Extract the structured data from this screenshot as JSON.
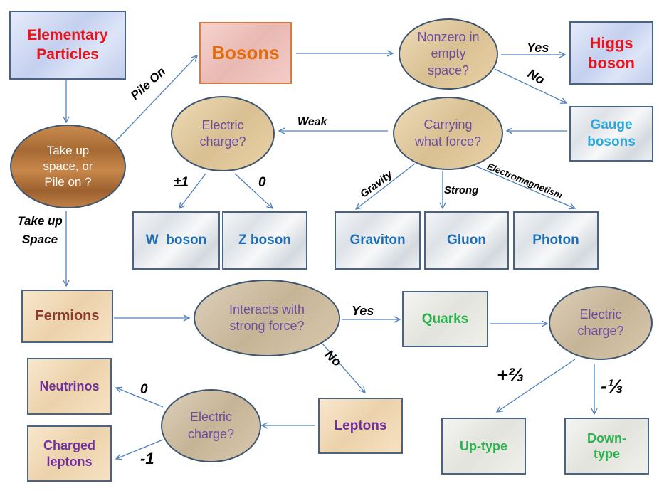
{
  "nodes": {
    "elementary_particles": "Elementary Particles",
    "bosons": "Bosons",
    "nonzero_empty_space": "Nonzero in empty space?",
    "higgs_boson": "Higgs boson",
    "gauge_bosons": "Gauge bosons",
    "carrying_force": "Carrying what force?",
    "boson_electric_charge": "Electric charge?",
    "take_up_space_or_pile_on": "Take up space, or Pile on ?",
    "w_boson": "W  boson",
    "z_boson": "Z boson",
    "graviton": "Graviton",
    "gluon": "Gluon",
    "photon": "Photon",
    "fermions": "Fermions",
    "interacts_strong_force": "Interacts with strong force?",
    "quarks": "Quarks",
    "quark_electric_charge": "Electric charge?",
    "neutrinos": "Neutrinos",
    "charged_leptons": "Charged leptons",
    "lepton_electric_charge": "Electric charge?",
    "leptons": "Leptons",
    "up_type": "Up-type",
    "down_type": "Down-type"
  },
  "edge_labels": {
    "pile_on": "Pile On",
    "take_up_space": "Take up Space",
    "higgs_yes": "Yes",
    "higgs_no": "No",
    "weak": "Weak",
    "plus_minus_one": "±1",
    "zero_boson": "0",
    "gravity": "Gravity",
    "strong": "Strong",
    "electromagnetism": "Electromagnetism",
    "strong_yes": "Yes",
    "strong_no": "No",
    "plus_two_thirds": "+⅔",
    "minus_one_third": "-⅓",
    "zero_neutrino": "0",
    "minus_one": "-1"
  },
  "colors": {
    "arrow": "#4f81bd",
    "red_text": "#e8141b",
    "orange_text": "#e26b0a",
    "blue_text": "#1f6db5",
    "cyan_text": "#2aa7dc",
    "brown_text": "#8b3a2f",
    "purple_text": "#7030a0",
    "green_text": "#2bb24c",
    "ellipse_text": "#6b4ea0"
  }
}
